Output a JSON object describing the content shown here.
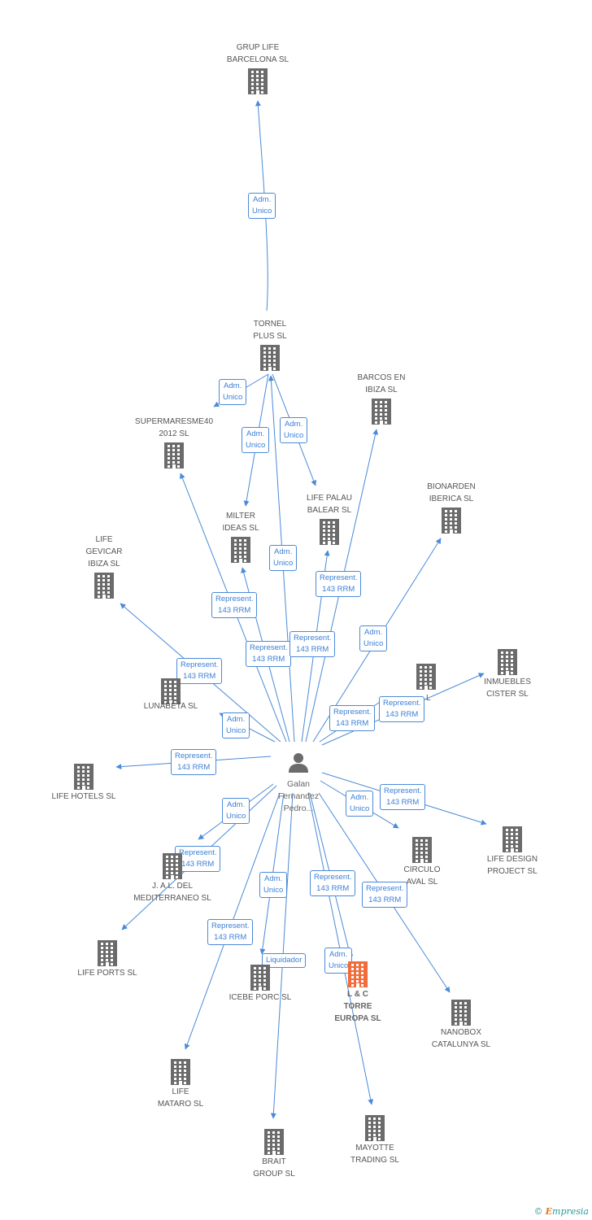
{
  "colors": {
    "edge": "#4a8ad8",
    "building": "#6b6b6b",
    "building_highlight": "#f26b3a",
    "person": "#6b6b6b"
  },
  "person": {
    "id": "p",
    "lines": [
      "Galan",
      "Fernandez",
      "Pedro..."
    ]
  },
  "nodes": [
    {
      "id": "grup",
      "lines": [
        "GRUP LIFE",
        "BARCELONA SL"
      ]
    },
    {
      "id": "tornel",
      "lines": [
        "TORNEL",
        "PLUS SL"
      ]
    },
    {
      "id": "barcos",
      "lines": [
        "BARCOS EN",
        "IBIZA SL"
      ]
    },
    {
      "id": "super",
      "lines": [
        "SUPERMARESME40",
        "2012  SL"
      ]
    },
    {
      "id": "bionarden",
      "lines": [
        "BIONARDEN",
        "IBERICA SL"
      ]
    },
    {
      "id": "palau",
      "lines": [
        "LIFE PALAU",
        "BALEAR  SL"
      ]
    },
    {
      "id": "milter",
      "lines": [
        "MILTER",
        "IDEAS SL"
      ]
    },
    {
      "id": "gevicar",
      "lines": [
        "LIFE",
        "GEVICAR",
        "IBIZA  SL"
      ]
    },
    {
      "id": "inmuebles",
      "lines": [
        "INMUEBLES",
        "CISTER  SL"
      ]
    },
    {
      "id": "hidden1",
      "lines": [
        "L"
      ]
    },
    {
      "id": "lunabeta",
      "lines": [
        "LUNABETA SL"
      ]
    },
    {
      "id": "hotels",
      "lines": [
        "LIFE HOTELS SL"
      ]
    },
    {
      "id": "design",
      "lines": [
        "LIFE DESIGN",
        "PROJECT SL"
      ]
    },
    {
      "id": "circulo",
      "lines": [
        "CIRCULO",
        "AVAL SL"
      ]
    },
    {
      "id": "jal",
      "lines": [
        "J. A.L. DEL",
        "MEDITERRANEO SL"
      ]
    },
    {
      "id": "ports",
      "lines": [
        "LIFE PORTS SL"
      ]
    },
    {
      "id": "icebe",
      "lines": [
        "ICEBE PORC SL"
      ]
    },
    {
      "id": "torre",
      "lines": [
        "L & C",
        "TORRE",
        "EUROPA SL"
      ],
      "highlight": true
    },
    {
      "id": "nanobox",
      "lines": [
        "NANOBOX",
        "CATALUNYA SL"
      ]
    },
    {
      "id": "mataro",
      "lines": [
        "LIFE",
        "MATARO  SL"
      ]
    },
    {
      "id": "mayotte",
      "lines": [
        "MAYOTTE",
        "TRADING SL"
      ]
    },
    {
      "id": "brait",
      "lines": [
        "BRAIT",
        "GROUP SL"
      ]
    }
  ],
  "edges": [
    {
      "from": "tornel",
      "to": "grup",
      "label": [
        "Adm.",
        "Unico"
      ]
    },
    {
      "from": "tornel",
      "to": "super",
      "label": [
        "Adm.",
        "Unico"
      ]
    },
    {
      "from": "tornel",
      "to": "milter",
      "label": [
        "Adm.",
        "Unico"
      ]
    },
    {
      "from": "tornel",
      "to": "palau",
      "label": [
        "Adm.",
        "Unico"
      ]
    },
    {
      "from": "p",
      "to": "tornel",
      "label": [
        "Adm.",
        "Unico"
      ]
    },
    {
      "from": "p",
      "to": "super",
      "label": [
        "Represent.",
        "143 RRM"
      ]
    },
    {
      "from": "p",
      "to": "milter",
      "label": [
        "Represent.",
        "143 RRM"
      ]
    },
    {
      "from": "p",
      "to": "palau",
      "label": [
        "Represent.",
        "143 RRM"
      ]
    },
    {
      "from": "p",
      "to": "barcos",
      "label": [
        "Represent.",
        "143 RRM"
      ]
    },
    {
      "from": "p",
      "to": "bionarden",
      "label": [
        "Adm.",
        "Unico"
      ]
    },
    {
      "from": "p",
      "to": "gevicar",
      "label": [
        "Represent.",
        "143 RRM"
      ]
    },
    {
      "from": "p",
      "to": "lunabeta",
      "label": [
        "Adm.",
        "Unico"
      ]
    },
    {
      "from": "p",
      "to": "hidden1",
      "label": [
        "Represent.",
        "143 RRM"
      ]
    },
    {
      "from": "p",
      "to": "inmuebles",
      "label": [
        "Represent.",
        "143 RRM"
      ]
    },
    {
      "from": "p",
      "to": "hotels",
      "label": [
        "Represent.",
        "143 RRM"
      ]
    },
    {
      "from": "p",
      "to": "design",
      "label": [
        "Represent.",
        "143 RRM"
      ]
    },
    {
      "from": "p",
      "to": "circulo",
      "label": [
        "Adm.",
        "Unico"
      ]
    },
    {
      "from": "p",
      "to": "jal",
      "label": [
        "Adm.",
        "Unico"
      ]
    },
    {
      "from": "p",
      "to": "ports",
      "label": [
        "Represent.",
        "143 RRM"
      ]
    },
    {
      "from": "p",
      "to": "icebe",
      "label": [
        "Adm.",
        "Unico"
      ]
    },
    {
      "from": "p",
      "to": "torre",
      "label": [
        "Adm.",
        "Unico"
      ]
    },
    {
      "from": "p",
      "to": "mayotte",
      "label": [
        "Represent.",
        "143 RRM"
      ]
    },
    {
      "from": "p",
      "to": "nanobox",
      "label": [
        "Represent.",
        "143 RRM"
      ]
    },
    {
      "from": "p",
      "to": "mataro",
      "label": [
        "Represent.",
        "143 RRM"
      ]
    },
    {
      "from": "p",
      "to": "brait",
      "label": [
        "Liquidador"
      ]
    }
  ],
  "footer": {
    "copyright": "©",
    "brand_initial": "E",
    "brand_rest": "mpresia"
  }
}
